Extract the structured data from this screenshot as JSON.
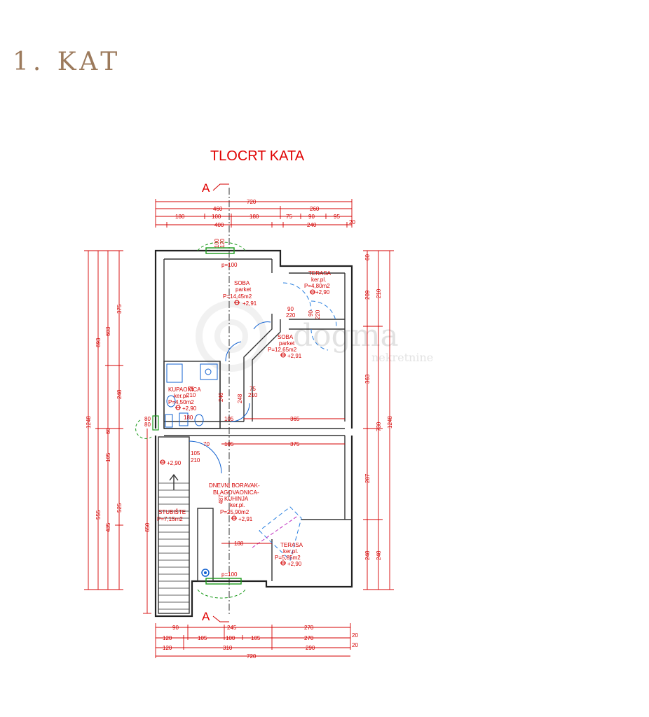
{
  "heading": "1. KAT",
  "plan_title": "TLOCRT KATA",
  "section_label": "A",
  "watermark": {
    "brand": "dogma",
    "sub": "nekretnine"
  },
  "rooms": {
    "soba1": {
      "name": "SOBA",
      "finish": "parket",
      "area": "P=14,45m2",
      "level": "+2,91"
    },
    "terasa1": {
      "name": "TERASA",
      "finish": "ker.pl.",
      "area": "P=4,80m2",
      "level": "+2,90"
    },
    "soba2": {
      "name": "SOBA",
      "finish": "parket",
      "area": "P=12,65m2",
      "level": "+2,91"
    },
    "kupaonica": {
      "name": "KUPAONICA",
      "finish": "ker.pl.",
      "area": "P=4,50m2",
      "level": "+2,90"
    },
    "dnevni": {
      "name": "DNEVNI BORAVAK-",
      "name2": "BLAGOVAONICA-",
      "name3": "KUHINJA",
      "finish": "ker.pl.",
      "area": "P=25,90m2",
      "level": "+2,91"
    },
    "terasa2": {
      "name": "TERASA",
      "finish": "ker.pl.",
      "area": "P=5,85m2",
      "level": "+2,90"
    },
    "stubiste": {
      "name": "STUBIŠTE",
      "area": "P=7,15m2"
    },
    "hall_level": "+2,90"
  },
  "dims_top": {
    "row1": [
      "720"
    ],
    "row2": [
      "460",
      "260"
    ],
    "row3": [
      "180",
      "100",
      "180",
      "75",
      "90",
      "95"
    ],
    "row4": [
      "400",
      "240",
      "20"
    ]
  },
  "dims_bottom": {
    "row1": [
      "90",
      "245",
      "270"
    ],
    "row2": [
      "120",
      "105",
      "100",
      "105",
      "270"
    ],
    "row3": [
      "120",
      "310",
      "290"
    ],
    "row4": [
      "720"
    ],
    "extra": [
      "20",
      "20"
    ]
  },
  "dims_left": [
    "1248",
    "693",
    "603",
    "375",
    "248",
    "555",
    "435",
    "525",
    "650",
    "105",
    "60"
  ],
  "dims_right": [
    "1248",
    "730",
    "210",
    "209",
    "363",
    "287",
    "248",
    "248",
    "60"
  ],
  "dims_inner": [
    "365",
    "375",
    "105",
    "70",
    "105",
    "188",
    "75",
    "210",
    "75",
    "210",
    "90",
    "220",
    "90",
    "220",
    "100",
    "120",
    "105",
    "210",
    "80",
    "80",
    "180",
    "246",
    "248",
    "487",
    "p=100",
    "p=100"
  ]
}
